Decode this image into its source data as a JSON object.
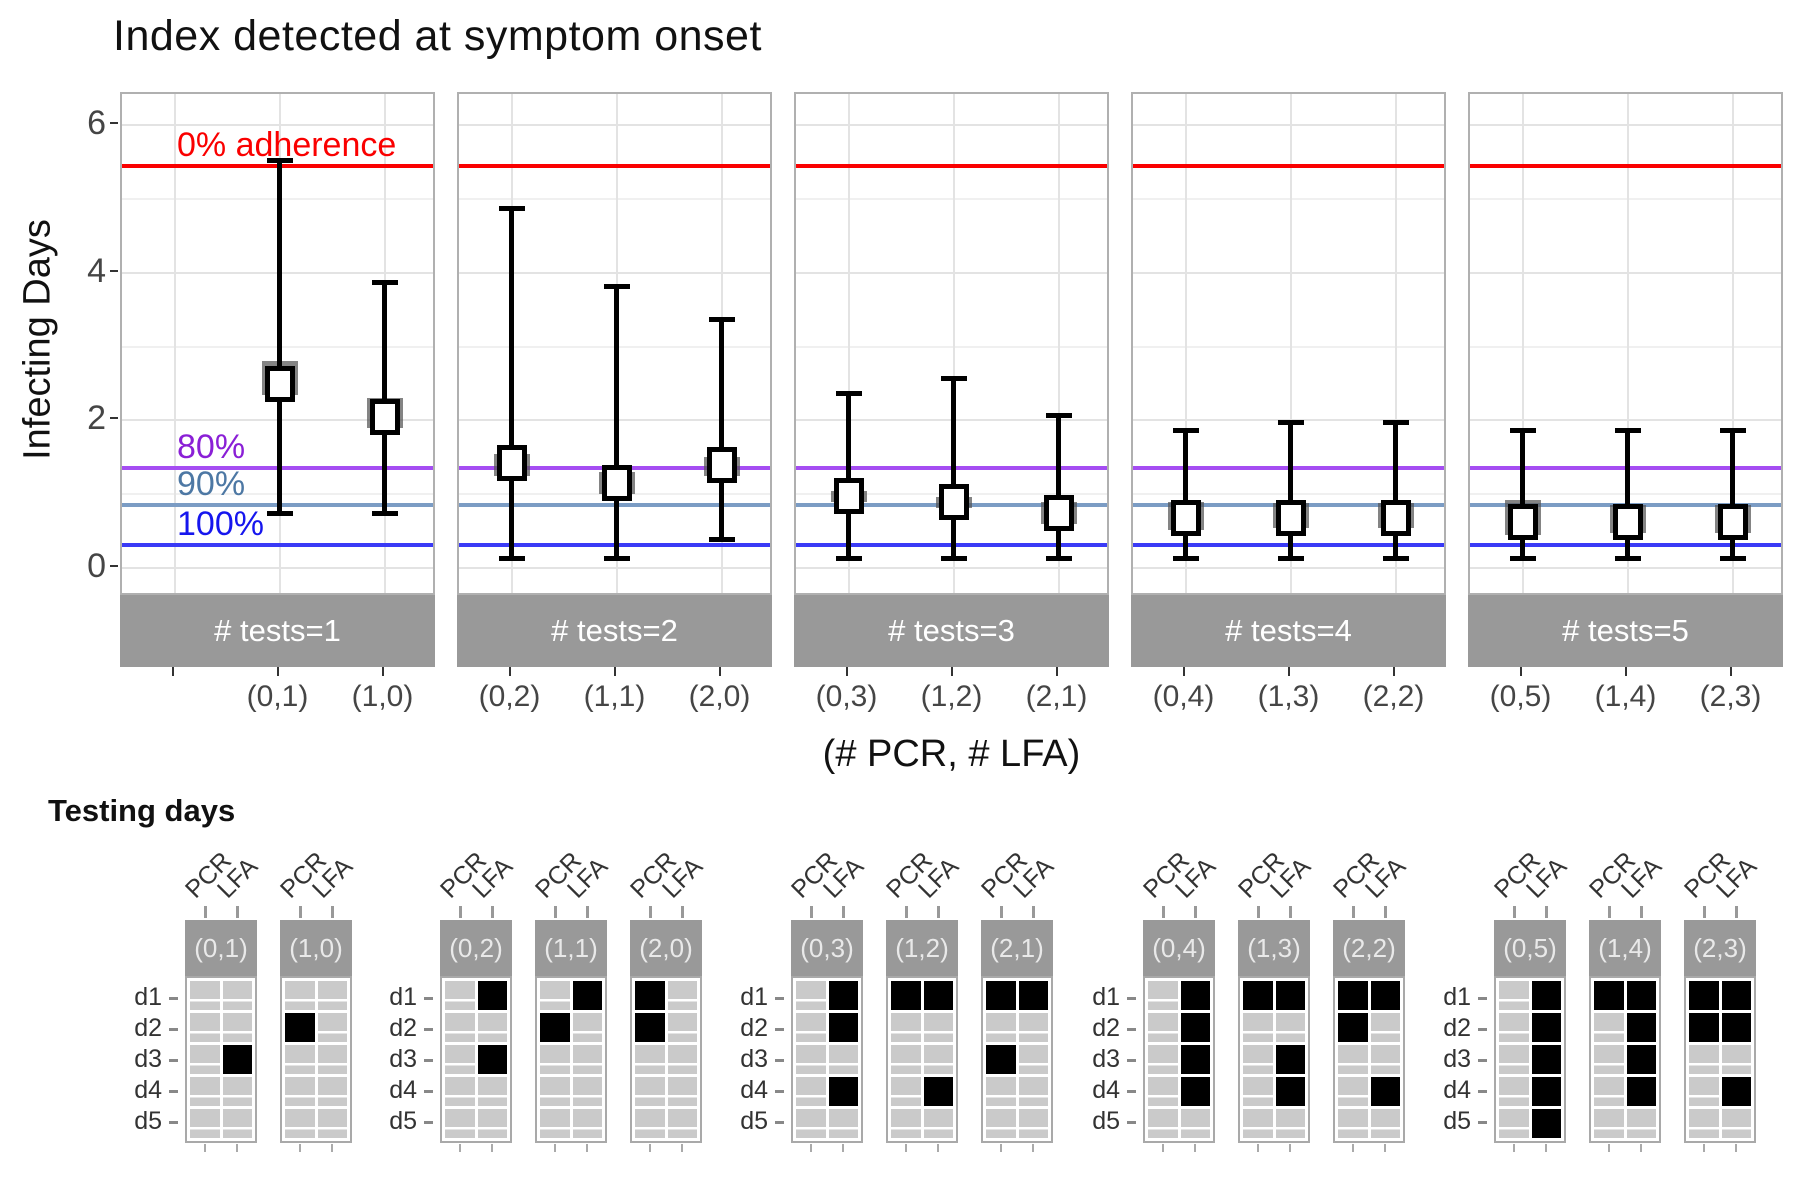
{
  "chart_data": {
    "type": "boxplot",
    "title": "Index detected at symptom onset",
    "ylabel": "Infecting Days",
    "xlabel": "(# PCR, # LFA)",
    "ylim": [
      -0.39,
      6.42
    ],
    "yticks": [
      0,
      2,
      4,
      6
    ],
    "yminor": [
      1,
      3,
      5
    ],
    "grid": "on",
    "strip_bg": "#999999",
    "box_fill": "rgba(85,85,85,0.72)",
    "reference_lines": [
      {
        "label": "0% adherence",
        "y": 5.45,
        "line_color": "#fa0000",
        "label_color": "#fa0000"
      },
      {
        "label": "80%",
        "y": 1.35,
        "line_color": "#a54df2",
        "label_color": "#8a1fd6"
      },
      {
        "label": "90%",
        "y": 0.85,
        "line_color": "#7b9cc4",
        "label_color": "#4d78a4"
      },
      {
        "label": "100%",
        "y": 0.32,
        "line_color": "#3a3af6",
        "label_color": "#1616ee"
      }
    ],
    "facets": [
      {
        "strip": "# tests=1",
        "categories": [
          "",
          "(0,1)",
          "(1,0)"
        ],
        "points": [
          null,
          {
            "whisker_low": 0.7,
            "whisker_high": 5.55,
            "box_low": 2.35,
            "box_high": 2.8,
            "median": 2.5
          },
          {
            "whisker_low": 0.7,
            "whisker_high": 3.9,
            "box_low": 1.9,
            "box_high": 2.3,
            "median": 2.05
          }
        ]
      },
      {
        "strip": "# tests=2",
        "categories": [
          "(0,2)",
          "(1,1)",
          "(2,0)"
        ],
        "points": [
          {
            "whisker_low": 0.1,
            "whisker_high": 4.9,
            "box_low": 1.25,
            "box_high": 1.55,
            "median": 1.42
          },
          {
            "whisker_low": 0.1,
            "whisker_high": 3.85,
            "box_low": 1.0,
            "box_high": 1.3,
            "median": 1.15
          },
          {
            "whisker_low": 0.35,
            "whisker_high": 3.4,
            "box_low": 1.25,
            "box_high": 1.5,
            "median": 1.4
          }
        ]
      },
      {
        "strip": "# tests=3",
        "categories": [
          "(0,3)",
          "(1,2)",
          "(2,1)"
        ],
        "points": [
          {
            "whisker_low": 0.1,
            "whisker_high": 2.4,
            "box_low": 0.9,
            "box_high": 1.05,
            "median": 0.98
          },
          {
            "whisker_low": 0.1,
            "whisker_high": 2.6,
            "box_low": 0.82,
            "box_high": 0.97,
            "median": 0.9
          },
          {
            "whisker_low": 0.1,
            "whisker_high": 2.1,
            "box_low": 0.6,
            "box_high": 0.9,
            "median": 0.75
          }
        ]
      },
      {
        "strip": "# tests=4",
        "categories": [
          "(0,4)",
          "(1,3)",
          "(2,2)"
        ],
        "points": [
          {
            "whisker_low": 0.1,
            "whisker_high": 1.9,
            "box_low": 0.52,
            "box_high": 0.9,
            "median": 0.68
          },
          {
            "whisker_low": 0.1,
            "whisker_high": 2.0,
            "box_low": 0.55,
            "box_high": 0.88,
            "median": 0.68
          },
          {
            "whisker_low": 0.1,
            "whisker_high": 2.0,
            "box_low": 0.55,
            "box_high": 0.88,
            "median": 0.68
          }
        ]
      },
      {
        "strip": "# tests=5",
        "categories": [
          "(0,5)",
          "(1,4)",
          "(2,3)"
        ],
        "points": [
          {
            "whisker_low": 0.1,
            "whisker_high": 1.9,
            "box_low": 0.45,
            "box_high": 0.92,
            "median": 0.62
          },
          {
            "whisker_low": 0.1,
            "whisker_high": 1.9,
            "box_low": 0.48,
            "box_high": 0.85,
            "median": 0.62
          },
          {
            "whisker_low": 0.1,
            "whisker_high": 1.9,
            "box_low": 0.48,
            "box_high": 0.85,
            "median": 0.62
          }
        ]
      }
    ]
  },
  "testing_days": {
    "label": "Testing days",
    "col_headers": [
      "PCR",
      "LFA"
    ],
    "row_labels": [
      "d1",
      "d2",
      "d3",
      "d4",
      "d5"
    ],
    "strip_bg": "#999999",
    "strip_text_color": "#e9e9e9",
    "cell_color": "#cacaca",
    "filled_color": "#000000",
    "groups": [
      {
        "grids": [
          {
            "label": "(0,1)",
            "pcr": [],
            "lfa": [
              3
            ]
          },
          {
            "label": "(1,0)",
            "pcr": [
              2
            ],
            "lfa": []
          }
        ]
      },
      {
        "grids": [
          {
            "label": "(0,2)",
            "pcr": [],
            "lfa": [
              1,
              3
            ]
          },
          {
            "label": "(1,1)",
            "pcr": [
              2
            ],
            "lfa": [
              1
            ]
          },
          {
            "label": "(2,0)",
            "pcr": [
              1,
              2
            ],
            "lfa": []
          }
        ]
      },
      {
        "grids": [
          {
            "label": "(0,3)",
            "pcr": [],
            "lfa": [
              1,
              2,
              4
            ]
          },
          {
            "label": "(1,2)",
            "pcr": [
              1
            ],
            "lfa": [
              1,
              4
            ]
          },
          {
            "label": "(2,1)",
            "pcr": [
              1,
              3
            ],
            "lfa": [
              1
            ]
          }
        ]
      },
      {
        "grids": [
          {
            "label": "(0,4)",
            "pcr": [],
            "lfa": [
              1,
              2,
              3,
              4
            ]
          },
          {
            "label": "(1,3)",
            "pcr": [
              1
            ],
            "lfa": [
              1,
              3,
              4
            ]
          },
          {
            "label": "(2,2)",
            "pcr": [
              1,
              2
            ],
            "lfa": [
              1,
              4
            ]
          }
        ]
      },
      {
        "grids": [
          {
            "label": "(0,5)",
            "pcr": [],
            "lfa": [
              1,
              2,
              3,
              4,
              5
            ]
          },
          {
            "label": "(1,4)",
            "pcr": [
              1
            ],
            "lfa": [
              1,
              2,
              3,
              4
            ]
          },
          {
            "label": "(2,3)",
            "pcr": [
              1,
              2
            ],
            "lfa": [
              1,
              2,
              4
            ]
          }
        ]
      }
    ]
  }
}
